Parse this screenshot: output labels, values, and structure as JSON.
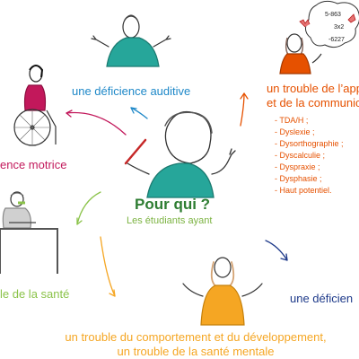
{
  "hub": {
    "title": "Pour qui ?",
    "subtitle": "Les étudiants ayant"
  },
  "categories": {
    "auditive": "une déficience auditive",
    "motrice": "ence motrice",
    "sante": "le de la santé",
    "visuelle": "une déficien",
    "comportement_line1": "un trouble du comportement et du développement,",
    "comportement_line2": "un trouble de la santé mentale",
    "apprentissage_line1": "un trouble de l’app",
    "apprentissage_line2": "et de la communic"
  },
  "learning_disorders": [
    "TDA/H ;",
    "Dyslexie ;",
    "Dysorthographie ;",
    "Dyscalculie ;",
    "Dyspraxie ;",
    "Dysphasie ;",
    "Haut potentiel."
  ],
  "thought_bubble": [
    "5-863",
    "3x2",
    "-6227"
  ],
  "colors": {
    "hub_title": "#2e7d32",
    "hub_subtitle": "#7cb342",
    "auditive": "#1e88c8",
    "motrice": "#c2185b",
    "sante": "#8bc34a",
    "visuelle": "#1e3a8a",
    "comportement": "#f5a623",
    "apprentissage": "#e65100",
    "list_items": "#e65100"
  }
}
